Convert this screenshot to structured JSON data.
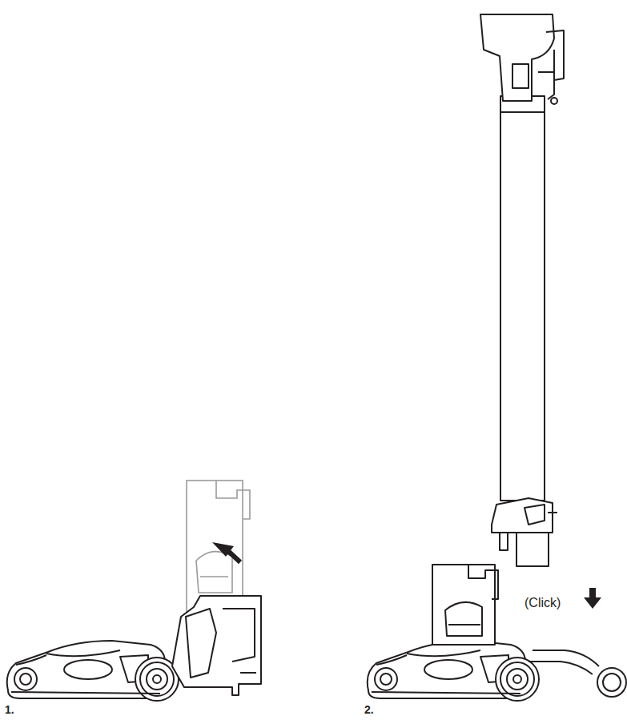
{
  "diagram": {
    "labels": [
      "(Click)",
      "1.",
      "2."
    ]
  }
}
